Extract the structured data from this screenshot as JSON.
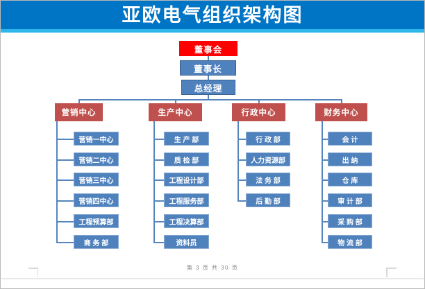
{
  "title": "亚欧电气组织架构图",
  "footer": {
    "page_info": "第 3 页 共 30 页"
  },
  "colors": {
    "banner_blue": "#0074C5",
    "banner_stripe": "#2EB6EA",
    "root_red": "#FE0000",
    "node_blue": "#4F81BD",
    "center_red": "#C0504D",
    "connector_blue": "#5585BC"
  },
  "org": {
    "root_chain": [
      "董事会",
      "董事长",
      "总经理"
    ],
    "branches": [
      {
        "label": "营销中心",
        "children": [
          "营销一中心",
          "营销二中心",
          "营销三中心",
          "营销四中心",
          "工程预算部",
          "商 务 部"
        ]
      },
      {
        "label": "生产中心",
        "children": [
          "生 产 部",
          "质 检 部",
          "工程设计部",
          "工程服务部",
          "工程决算部",
          "资料员"
        ]
      },
      {
        "label": "行政中心",
        "children": [
          "行 政 部",
          "人力资源部",
          "法 务 部",
          "后 勤 部"
        ]
      },
      {
        "label": "财务中心",
        "children": [
          "会 计",
          "出 纳",
          "仓 库",
          "审 计 部",
          "采 购 部",
          "物 流 部"
        ]
      }
    ]
  }
}
